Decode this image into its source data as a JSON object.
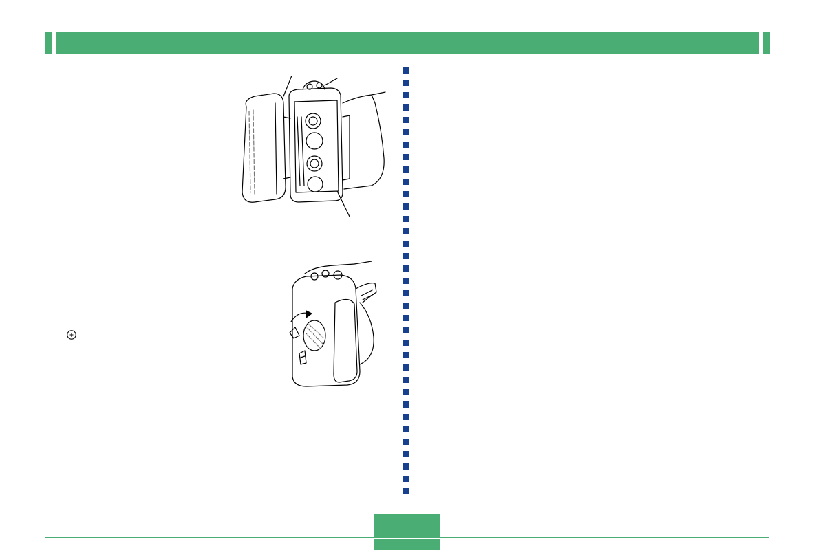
{
  "page": {
    "header": {
      "color": "#4aae74"
    },
    "divider": {
      "color": "#17408f"
    },
    "footer": {
      "color": "#4aae74",
      "page_number": ""
    },
    "figures": [
      {
        "name": "camera-battery-compartment-open",
        "icon": "camera-battery-open-illustration"
      },
      {
        "name": "camera-battery-cover-closing",
        "icon": "camera-battery-closing-illustration"
      }
    ],
    "icons": {
      "power_symbol": "power-symbol-icon"
    }
  }
}
